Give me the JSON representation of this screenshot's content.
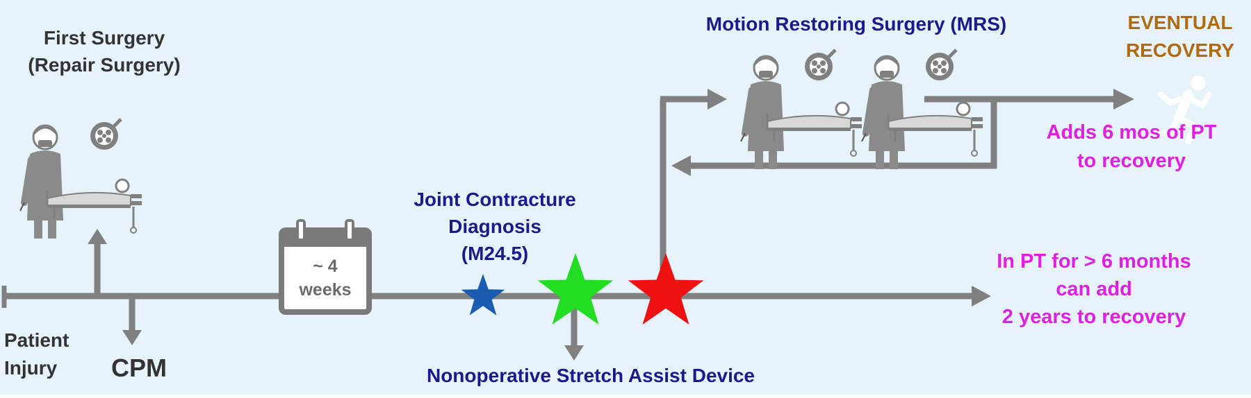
{
  "colors": {
    "background": "#e6f3fa",
    "arrow": "#808080",
    "navy_text": "#1a1a8c",
    "dark_text": "#333333",
    "magenta_text": "#e020e0",
    "brown_text": "#b06a10",
    "blue_star": "#1b5bb0",
    "green_star": "#22dd22",
    "red_star": "#ee1111",
    "figure_gray": "#808080"
  },
  "first_surgery": {
    "line1": "First Surgery",
    "line2": "(Repair Surgery)"
  },
  "patient_injury": {
    "line1": "Patient",
    "line2": "Injury"
  },
  "cpm_label": "CPM",
  "calendar": {
    "line1": "~ 4",
    "line2": "weeks"
  },
  "diagnosis": {
    "line1": "Joint Contracture",
    "line2": "Diagnosis",
    "line3": "(M24.5)"
  },
  "device_label": "Nonoperative Stretch Assist Device",
  "mrs_label": "Motion Restoring Surgery (MRS)",
  "eventual_recovery": {
    "line1": "EVENTUAL",
    "line2": "RECOVERY"
  },
  "mrs_note": {
    "line1": "Adds 6 mos of PT",
    "line2": "to recovery"
  },
  "pt_note": {
    "line1": "In PT for > 6 months",
    "line2": "can add",
    "line3": "2 years to recovery"
  },
  "icons": [
    "surgeon-icon",
    "surgical-lamp-icon",
    "hospital-bed-icon",
    "calendar-icon",
    "star-icon",
    "running-person-icon"
  ]
}
